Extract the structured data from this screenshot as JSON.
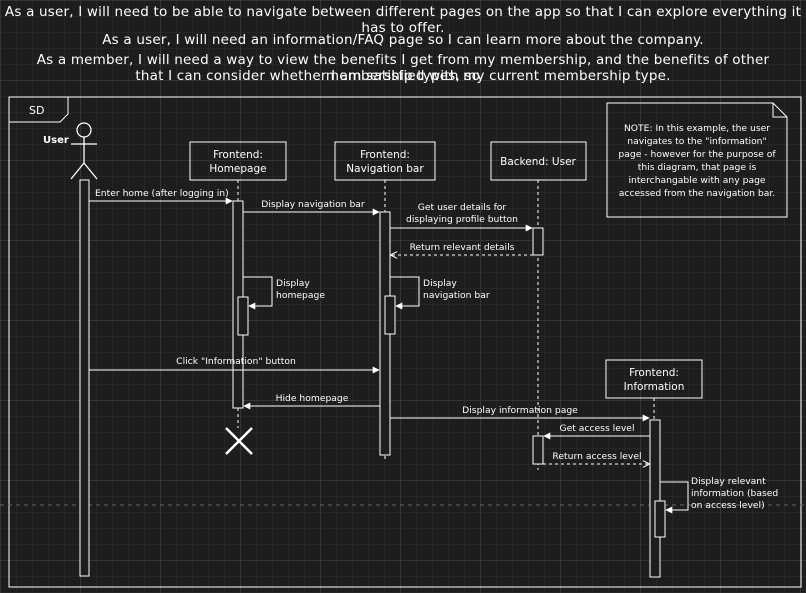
{
  "user_stories": [
    "As a user, I will need to be able to navigate between different pages on the app so that I can explore everything it has to offer.",
    "As a user, I will need an information/FAQ page so I can learn more about the company.",
    "As a member, I will need a way to view the benefits I get from my membership, and the benefits of other membership types, so",
    "that I can consider whether I am satisfied with my current membership type."
  ],
  "frame_label": "SD",
  "actor_label": "User",
  "lifelines": {
    "homepage": [
      "Frontend:",
      "Homepage"
    ],
    "navbar": [
      "Frontend:",
      "Navigation bar"
    ],
    "backend": [
      "Backend: User"
    ],
    "information": [
      "Frontend:",
      "Information"
    ]
  },
  "note_lines": [
    "NOTE: In this example, the user",
    "navigates to the \"information\"",
    "page - however for the purpose of",
    "this diagram, that page is",
    "interchangable with any page",
    "accessed from the navigation bar."
  ],
  "messages": {
    "enter_home": "Enter home (after logging in)",
    "display_nav": "Display navigation bar",
    "get_user_details": [
      "Get user details for",
      "displaying profile button"
    ],
    "return_details": "Return relevant details",
    "display_homepage": [
      "Display",
      "homepage"
    ],
    "display_nav_self": [
      "Display",
      "navigation bar"
    ],
    "click_information": "Click \"Information\" button",
    "hide_homepage": "Hide homepage",
    "display_info_page": "Display information page",
    "get_access": "Get access level",
    "return_access": "Return access level",
    "display_relevant": [
      "Display relevant",
      "information (based",
      "on access level)"
    ]
  },
  "colors": {
    "background": "#1d1d1d",
    "stroke": "#ffffff",
    "text": "#ffffff"
  }
}
